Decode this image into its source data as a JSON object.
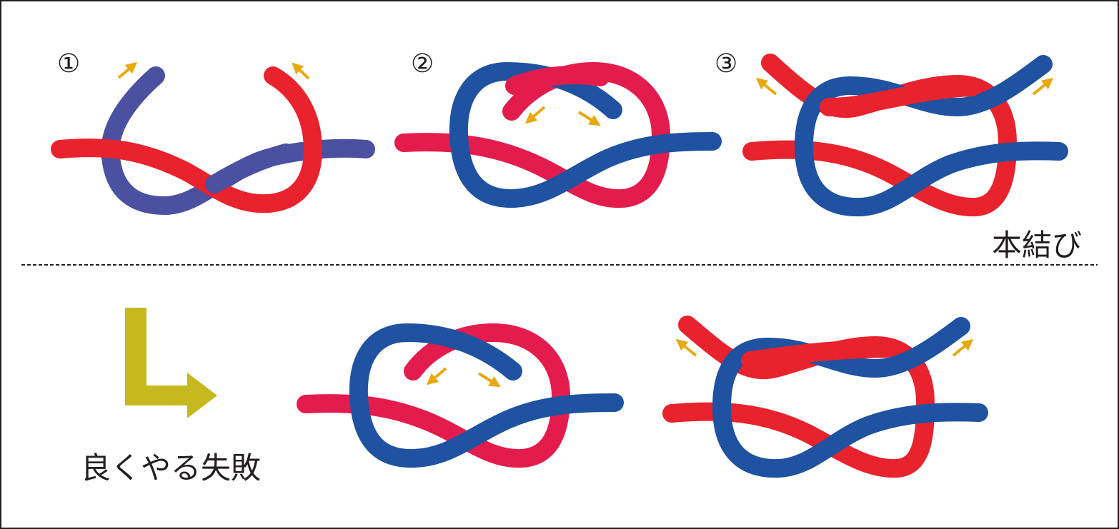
{
  "labels": {
    "square_knot": "本結び",
    "common_mistake": "良くやる失敗"
  },
  "steps": [
    "①",
    "②",
    "③"
  ],
  "colors": {
    "rope_red": "#e8232e",
    "rope_blue": "#1f52a0",
    "rope_purple": "#4c50a0",
    "rope_pink": "#e41c4e",
    "arrow": "#e8a90e",
    "big_arrow": "#c6b91f",
    "text": "#231f20"
  }
}
